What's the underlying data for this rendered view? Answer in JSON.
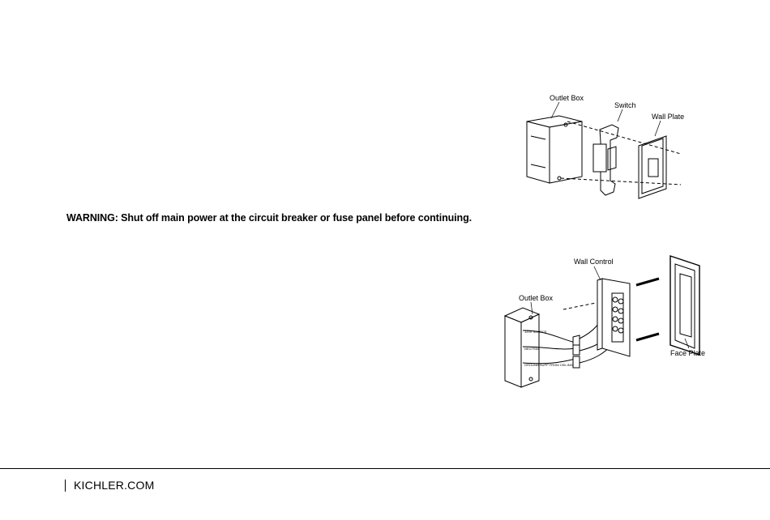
{
  "warning": "WARNING: Shut off main power at the circuit breaker or fuse panel before continuing.",
  "diagram_top": {
    "label_outlet_box": "Outlet Box",
    "label_switch": "Switch",
    "label_wall_plate": "Wall Plate"
  },
  "diagram_bottom": {
    "label_wall_control": "Wall Control",
    "label_outlet_box": "Outlet Box",
    "label_face_plate": "Face Plate",
    "wire_label_source": "120V SOURCE",
    "wire_label_neutral": "NEUTRAL",
    "wire_label_ground": "GROUND SUPP FROM CEILING"
  },
  "footer": {
    "site": "KICHLER.COM"
  }
}
